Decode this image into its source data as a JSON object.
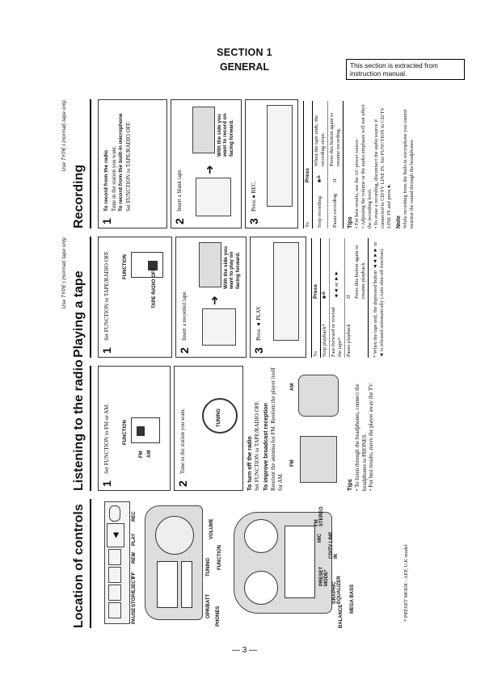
{
  "header": {
    "section": "SECTION 1",
    "general": "GENERAL",
    "note": "This section is extracted from instruction manual."
  },
  "page_number": "— 3 —",
  "controls": {
    "title": "Location of controls",
    "labels": {
      "pause": "PAUSE",
      "stop_eject": "STOP/EJECT",
      "ff": "FF",
      "rew": "REW",
      "play": "PLAY",
      "rec": "REC",
      "opr_batt": "OPR/BATT",
      "tuning": "TUNING",
      "volume": "VOLUME",
      "phones": "PHONES",
      "function": "FUNCTION",
      "balance": "BALANCE",
      "mega_bass": "MEGA BASS",
      "graphic_equalizer": "GRAPHIC EQUALIZER",
      "preset_mode": "PRESET MODE*",
      "cd_tv_line_in": "CD/TV LINE IN",
      "mic": "MIC",
      "fm_stereo": "FM STEREO"
    },
    "footnote": "* PRESET MODE : AEP, U.K model"
  },
  "radio": {
    "title": "Listening to the radio",
    "step1": "Set FUNCTION to FM or AM.",
    "step2": "Tune to the station you want.",
    "function_label": "FUNCTION",
    "fm": "FM",
    "am": "AM",
    "tuning": "TUNING",
    "turn_off_head": "To turn off the radio",
    "turn_off_text": "Set FUNCTION to TAPE/RADIO OFF.",
    "improve_head": "To improve broadcast reception",
    "improve_text": "Reorient the antenna for FM. Reorient the player itself for AM.",
    "fm_label": "FM",
    "am_label": "AM",
    "tips_head": "Tips",
    "tips": [
      "• To listen through the headphones, connect the headphones to PHONES.",
      "• For best results, move the player away the TV."
    ]
  },
  "playing": {
    "title": "Playing a tape",
    "use": "Use TYPE I (normal) tape only.",
    "step1": "Set FUNCTION to TAPE/RADIO OFF.",
    "step2": "Insert a recorded tape.",
    "step2_note": "With the side you want to play on facing forward.",
    "step3": "Press ◄ PLAY.",
    "function_label": "FUNCTION",
    "tape_radio_off": "TAPE RADIO OFF",
    "table_to": "To",
    "table_press": "Press",
    "rows": [
      [
        "Stop playback*",
        "■≜"
      ],
      [
        "Fast-forward or rewind the tape*",
        "◄◄ or ►►"
      ],
      [
        "Pause playback",
        "II"
      ],
      [
        "",
        "Press this button again to resume playback."
      ]
    ],
    "footnote": "* When the tape end, the depressed button ◄◄ ►► or ◄ is released automatically (Auto shut-off function)."
  },
  "recording": {
    "title": "Recording",
    "use": "Use TYPE I (normal) tape only.",
    "step1": "To record from the radio",
    "step1_text": "Tune in the station you want.",
    "step1b": "To record from the built-in microphone",
    "step1b_text": "Set FUNCTION to TAPE/RADIO OFF.",
    "step2": "Insert a blank tape.",
    "step2_note": "With the side you want to record on facing forward.",
    "step3": "Press ● REC.",
    "table_to": "To",
    "table_press": "Press",
    "rows": [
      [
        "Stop recording",
        "■≜",
        "When the tape ends, the recording stops."
      ],
      [
        "Pause recording",
        "II",
        "Press this button again to resume recording."
      ]
    ],
    "tips_head": "Tips",
    "tips": [
      "• For best results, use the AC power source.",
      "• Adjusting the volume or the audio emphasis will not affect the recording level.",
      "• To erase a recording, disconnect the audio source if connected to CD/TV LINE IN. Set FUNCTION to CD/TV LINE IN and press ●."
    ],
    "note_head": "Note",
    "note_text": "While recording from the built-in microphone you cannot monitor the sound through the headphones."
  }
}
